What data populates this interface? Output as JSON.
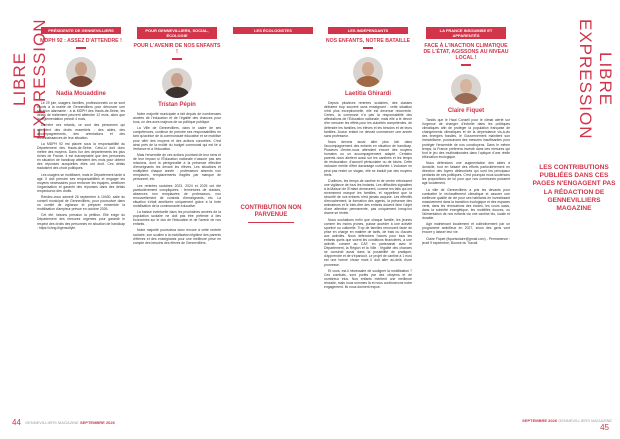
{
  "spread": {
    "side_title": "LIBRE EXPRESSION",
    "contribution_note": "CONTRIBUTION NON PARVENUE",
    "disclaimer": "LES CONTRIBUTIONS PUBLIÉES DANS CES PAGES N'ENGAGENT PAS LA RÉDACTION DE GENNEVILLIERS MAGAZINE"
  },
  "columns": [
    {
      "tag": "PRÉSIDENTE DE GENNEVILLIERS",
      "title": "MDPH 92 : ASSEZ D'ATTENDRE !",
      "name": "Nadia Mouaddine",
      "avatar_color": "#7b4b3a",
      "paragraphs": [
        "Le 29 juin, usagers, familles, professionnels ou se sont réunis à la mairie de Gennevilliers pour dénoncer une situation alarmante : à la MDPH des Hauts-de-Seine, les délais de traitement peuvent atteindre 12 mois, alors que la réglementation prévoit 4 mois.",
        "Derrière ces retards, ce sont des personnes qui attendent des droits essentiels : des aides, des accompagnements, des orientations et des reconnaissances de leur situation.",
        "La MDPH 92 est placée sous la responsabilité du Département des Hauts-de-Seine. Celui-ci doit donc mettre des moyens. Dans l'un des départements les plus riches de France, il est inacceptable que des personnes en situation de handicap attendent des mois pour obtenir des réponses auxquelles elles ont droit. Ces délais traduisent des choix politiques.",
        "Les usagers se mobilisent, mais le Département tarde à agir. Il doit prendre ses responsabilités et engager les moyens nécessaires pour renforcer les équipes, améliorer l'organisation et garantir des réponses dans des délais respectueux des droits.",
        "Rendez-vous samedi 26 septembre à 10h30, salle du conseil municipal de Gennevilliers, pour poursuivre dans un comité de vigilance et préparer ensemble la mobilisation d'ampleur prévue en octobre 2026.",
        "Cet été, faisons pression la pétition. Elle exige du Département des mesures urgentes pour garantir le respect des droits des personnes en situation de handicap : https://chng.it/gensollyle."
      ]
    },
    {
      "tag": "POUR GENNEVILLIERS, SOCIAL, ÉCOLOGIE",
      "title": "POUR L'AVENIR DE NOS ENFANTS !",
      "name": "Tristan Pépin",
      "avatar_color": "#3a3330",
      "paragraphs": [
        "Notre majorité municipale a fait depuis de nombreuses années de l'éducation et de l'égalité des chances pour tous, un des axes majeurs de sa politique publique.",
        "La Ville de Gennevilliers, dans le cadre de ses compétences, continue de prendre ses responsabilités en tant qu'actrice de la communauté éducative et se mobilise pour offrir des moyens et des actions concrètes. C'est ainsi près de la moitié du budget communal qui est lié à l'enfance et à l'éducation.",
        "Mais l'ensemble de ces actions pourtant de leur sens et de leur impact si l'Éducation nationale n'assure pas ses missions, dont la pérégrinalité à la présence effective d'enseignants les devant les élèves. Les situations et multiplient chaque année : professeurs absents non remplacés, remplacements fragiles par manque de personnel, etc.",
        "Les rentrées scolaires 2023, 2024 et 2025 ont été particulièrement compliquées : fermetures de classes, absences non remplacées de professeurs, non renouvellement de contrats d'enseignants, etc. La situation s'était améliorée uniquement grâce à la forte mobilisation de la communauté éducative.",
        "La baisse eventuelle dans les prochaines années de la population scolaire ne doit pas être prétexte à des économies sur le dos de l'éducation et de l'avenir de nos enfants.",
        "Notre majorité poursuivra donc encore à cette rentrée scolaire, son soutien à la mobilisation légitime des parents d'élèves et des enseignants pour une meilleure prise en compte des besoins des élèves de Gennevilliers."
      ]
    },
    {
      "tag": "LES ÉCOLOGISTES",
      "nr": true
    },
    {
      "tag": "LES INDÉPENDANTS",
      "title": "NOS ENFANTS, NOTRE BATAILLE",
      "name": "Laetitia Ghirardi",
      "avatar_color": "#a16a45",
      "paragraphs": [
        "Depuis plusieurs rentrées scolaires, des classes débutent trop souvent sans enseignant : cette situation n'est plus exceptionnelle, elle est devenue récurrente. Certes, la commune n'a pas la responsabilité des affectations de l'Éducation nationale, mais elle a le devoir d'en mesurer les effets pour les autorités compétentes, de défendre les familles, les élèves et les besoins et de leurs familles. Aucun enfant ne devrait commencer une année sans professeur.",
        "Nous devons aussi aller plus loin dans l'accompagnement des enfants en situation de handicap. Plusieurs d'entre-nous attendent encore des moyens humains ou un accompagnement adapté. Certains parents nous alertent aussi sur les cantines et les temps de restauration, d'accueil périscolaire ou de loisirs. Cette inclusion mérite d'être davantage confortée. L'inclusion ne peut pas rester un slogan, elle se traduit par des moyens réels.",
        "D'ailleurs, les temps de cantine et de centre rétroissent une vigilance de tous les instants. Les difficultés signalées à la Maison de l'Enfant demeurent, comme les faits qui ont récemment marqué les familles, et rappellent que la sécurité de nos enfants n'est jamais acquise. Les effectifs d'encadrement, la formation des agents, la présence des animateurs et le bien-être des enfants doivent faire l'objet d'une attention permanente, pas uniquement lorsqu'un drame se révèle.",
        "Nous souhaitons enfin que chaque famille, les jeunes comme les moins jeunes, puisse accéder à une activité sportive ou culturelle. Trop de familles renoncent faute de prise en charge en matière de tarifs, de frais ou d'accès aux activités. Nous défendons l'accès pour tous les enfants quels que soient les conditions financières, à une activité, comme au CAF, en partenariat avec le Département, la Région et la Ville : l'égalité des chances se construit aussi dans la possibilité de pratiquer, d'apprendre et de s'épanouir. Le projet de cantine à 1 euro est une bonne chose mais il doit aller au-delà d'une promesse.",
        "Et vous, est-il nécessaire de souligner la mobilisation ? Ces combats, sont portés par des citoyens et de nombreux élus. Nos enfants méritent une meilleure réussite, mais nous sommes là et nous continuerons notre engagement. Ils nous donnent espoir."
      ]
    },
    {
      "tag": "LA FRANCE INSOUMISE ET APPARENTÉS",
      "title": "FACE À L'INACTION CLIMATIQUE DE L'ÉTAT, AGISSONS AU NIVEAU LOCAL !",
      "name": "Claire Fiquet",
      "avatar_color": "#9a6a54",
      "paragraphs": [
        "Tandis que le Haut Conseil pour le climat alerte sur l'urgence de changer d'échelle dans les politiques climatiques afin de protéger la population française de changements climatiques et de la dépendance vis-à-vis des énergies fossiles, le Gouvernement maintient son immobilisme, poursuivant des mesures insuffisantes pour protéger l'ensemble de nos concitoyens. Dans le même temps, la France préférera investir dans des mesures qui font le jeu des multinationales dans l'optique d'une réelle bifurcation écologique.",
        "Nous défendons une augmentation des aides à domicile, tout en faisant des efforts particulièrement en direction des foyers défavorisés qui sont les principaux perdants de ces politiques. C'est pourquoi nous soutenons les propositions de loi pour que nos communes puissent agir localement.",
        "La ville de Gennevilliers a pris les devants pour combattre le réchauffement climatique et assurer une meilleure qualité de vie pour ses habitants en investissant massivement dans la transition écologique et des espaces verts, dans les rénovations des écoles, les cours oasis, dans la sobriété énergétique, les mobilités douces, ou l'alimentation de nos enfants via une cantine bio, locale et durable.",
        "Agir maintenant localement et collectivement par un programme ambitieux en 2027, sinon des gens vont encore y laisser leur vie.",
        "Claire Fiquet (fiquetsclaire@gmail.com) - Permanence : jeudi 9 septembre, Bourse du Travail"
      ]
    }
  ],
  "footer": {
    "left_page": "44",
    "left_label": "GENNEVILLIERS MAGAZINE",
    "left_month": "SEPTEMBRE 2026",
    "right_page": "45",
    "right_label": "GENNEVILLIERS MAGAZINE",
    "right_month": "SEPTEMBRE 2026"
  }
}
